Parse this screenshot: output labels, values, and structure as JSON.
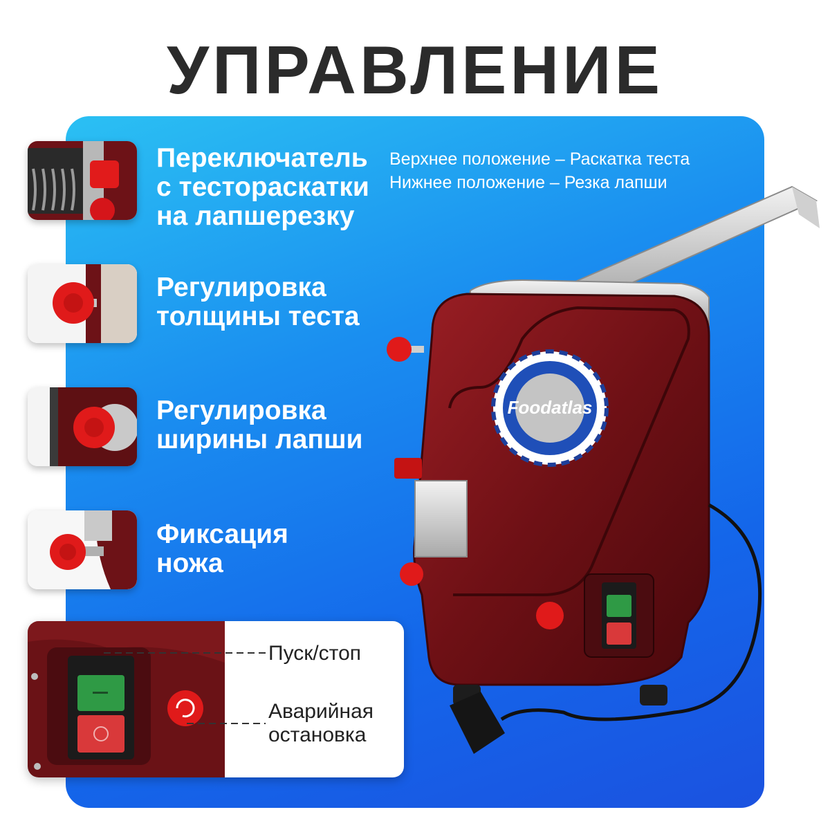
{
  "title": "УПРАВЛЕНИЕ",
  "controls": [
    {
      "label_lines": [
        "Переключатель",
        "с тестораскатки",
        "на лапшерезку"
      ],
      "icon": "switch-lever-icon"
    },
    {
      "label_lines": [
        "Регулировка",
        "толщины теста"
      ],
      "icon": "thickness-knob-icon"
    },
    {
      "label_lines": [
        "Регулировка",
        "ширины лапши"
      ],
      "icon": "width-knob-icon"
    },
    {
      "label_lines": [
        "Фиксация",
        "ножа"
      ],
      "icon": "knife-lock-knob-icon"
    }
  ],
  "switch_notes": [
    "Верхнее положение – Раскатка теста",
    "Нижнее положение – Резка лапши"
  ],
  "power_card": {
    "start_stop": "Пуск/стоп",
    "emergency_lines": [
      "Аварийная",
      "остановка"
    ]
  },
  "machine": {
    "brand": "Foodatlas"
  },
  "colors": {
    "panel": "#1a8ef0",
    "machine_body": "#7a1418",
    "knob": "#e01a1a",
    "title": "#2b2b2b"
  }
}
